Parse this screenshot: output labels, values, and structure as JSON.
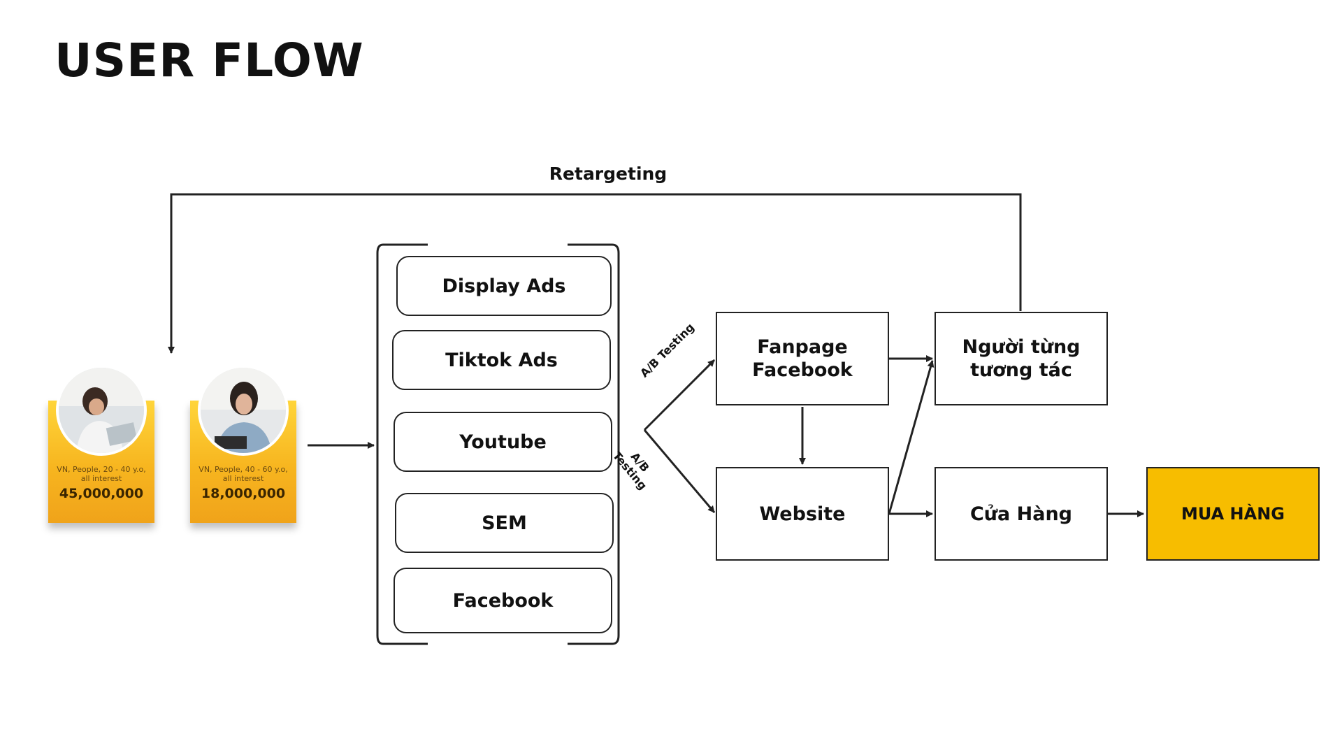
{
  "title": "USER FLOW",
  "retargeting_label": "Retargeting",
  "audiences": [
    {
      "meta_line1": "VN, People, 20 - 40 y.o,",
      "meta_line2": "all interest",
      "count": "45,000,000"
    },
    {
      "meta_line1": "VN, People, 40 - 60 y.o,",
      "meta_line2": "all interest",
      "count": "18,000,000"
    }
  ],
  "channels": [
    "Display Ads",
    "Tiktok Ads",
    "Youtube",
    "SEM",
    "Facebook"
  ],
  "ab_testing_upper": "A/B Testing",
  "ab_testing_lower_line1": "A/B",
  "ab_testing_lower_line2": "Testing",
  "nodes": {
    "fanpage_line1": "Fanpage",
    "fanpage_line2": "Facebook",
    "website": "Website",
    "interacted_line1": "Người từng",
    "interacted_line2": "tương tác",
    "store": "Cửa Hàng",
    "purchase": "MUA HÀNG"
  },
  "colors": {
    "goal": "#f7bd00",
    "card_gradient_top": "#ffd53a",
    "card_gradient_bottom": "#f0a31a",
    "line": "#222222"
  }
}
